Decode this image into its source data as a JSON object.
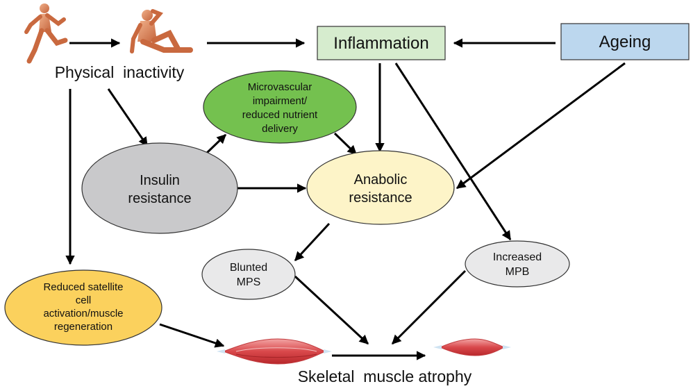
{
  "diagram": {
    "nodes": {
      "physical_inactivity": {
        "label": "Physical  inactivity"
      },
      "inflammation": {
        "label": "Inflammation",
        "color": "#d6ecce"
      },
      "ageing": {
        "label": "Ageing",
        "color": "#bcd7ee"
      },
      "microvascular": {
        "lines": [
          "Microvascular",
          "impairment/",
          "reduced nutrient",
          "delivery"
        ],
        "color": "#74c14f"
      },
      "insulin_resistance": {
        "lines": [
          "Insulin",
          "resistance"
        ],
        "color": "#c9c9cb"
      },
      "anabolic_resistance": {
        "lines": [
          "Anabolic",
          "resistance"
        ],
        "color": "#fdf4c8"
      },
      "blunted_mps": {
        "lines": [
          "Blunted",
          "MPS"
        ],
        "color": "#e9e9ea"
      },
      "increased_mpb": {
        "lines": [
          "Increased",
          "MPB"
        ],
        "color": "#e9e9ea"
      },
      "satellite_cell": {
        "lines": [
          "Reduced satellite",
          "cell",
          "activation/muscle",
          "regeneration"
        ],
        "color": "#fbd15d"
      },
      "skeletal_atrophy": {
        "label": "Skeletal  muscle atrophy"
      }
    },
    "icons": {
      "runner": "running-man-icon",
      "sitting": "sitting-man-icon",
      "muscle_large": "muscle-large-icon",
      "muscle_small": "muscle-small-icon"
    }
  }
}
